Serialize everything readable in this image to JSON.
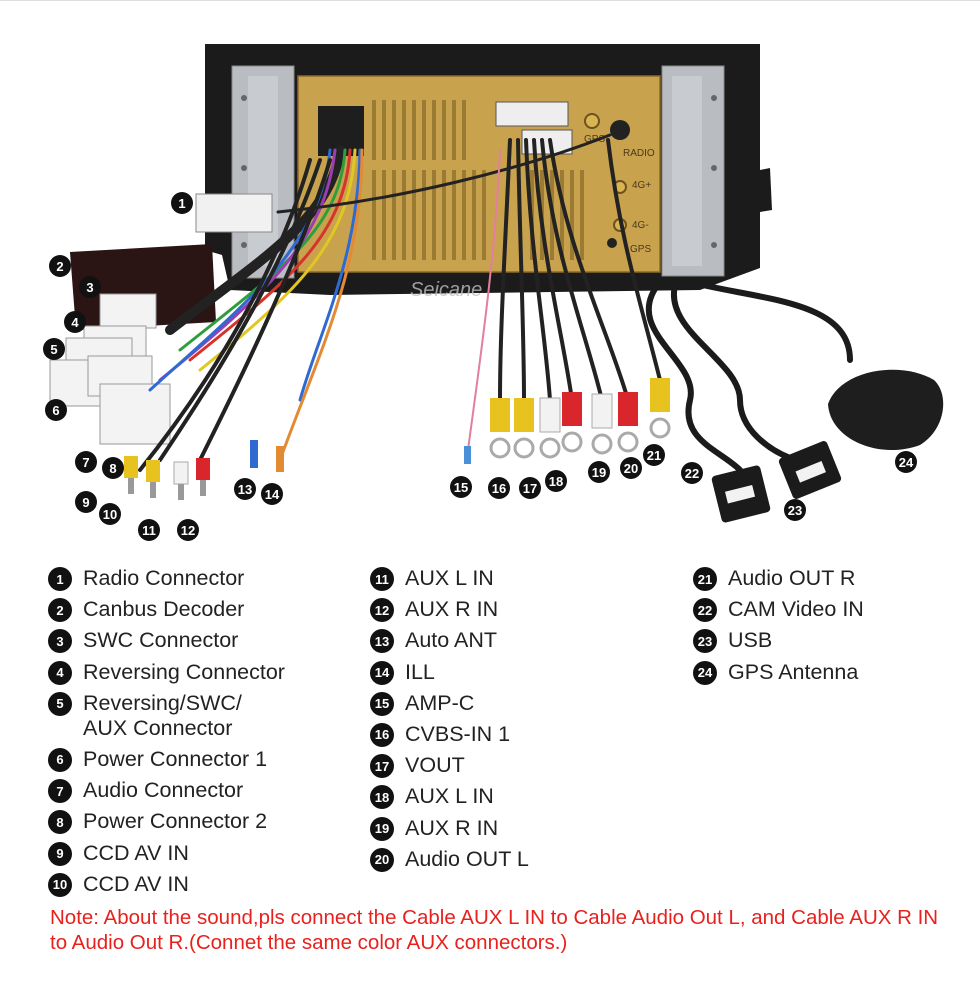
{
  "photo": {
    "watermark": "Seicane",
    "panel_labels": [
      "GPS",
      "RADIO",
      "4G+",
      "4G-",
      "GPS"
    ],
    "callouts": [
      "1",
      "2",
      "3",
      "4",
      "5",
      "6",
      "7",
      "8",
      "9",
      "10",
      "11",
      "12",
      "13",
      "14",
      "15",
      "16",
      "17",
      "18",
      "19",
      "20",
      "21",
      "22",
      "23",
      "24"
    ]
  },
  "legend": {
    "col1": [
      {
        "num": "1",
        "label": "Radio Connector"
      },
      {
        "num": "2",
        "label": "Canbus Decoder"
      },
      {
        "num": "3",
        "label": "SWC Connector"
      },
      {
        "num": "4",
        "label": "Reversing Connector"
      },
      {
        "num": "5",
        "label": "Reversing/SWC/\nAUX Connector"
      },
      {
        "num": "6",
        "label": "Power Connector 1"
      },
      {
        "num": "7",
        "label": "Audio Connector"
      },
      {
        "num": "8",
        "label": "Power Connector 2"
      },
      {
        "num": "9",
        "label": "CCD AV IN"
      },
      {
        "num": "10",
        "label": "CCD AV IN"
      }
    ],
    "col2": [
      {
        "num": "11",
        "label": "AUX L IN"
      },
      {
        "num": "12",
        "label": "AUX R IN"
      },
      {
        "num": "13",
        "label": "Auto ANT"
      },
      {
        "num": "14",
        "label": "ILL"
      },
      {
        "num": "15",
        "label": "AMP-C"
      },
      {
        "num": "16",
        "label": "CVBS-IN 1"
      },
      {
        "num": "17",
        "label": "VOUT"
      },
      {
        "num": "18",
        "label": "AUX L IN"
      },
      {
        "num": "19",
        "label": "AUX R IN"
      },
      {
        "num": "20",
        "label": "Audio OUT L"
      }
    ],
    "col3": [
      {
        "num": "21",
        "label": "Audio OUT R"
      },
      {
        "num": "22",
        "label": "CAM Video IN"
      },
      {
        "num": "23",
        "label": "USB"
      },
      {
        "num": "24",
        "label": "GPS Antenna"
      }
    ]
  },
  "note": "Note: About the sound,pls connect the Cable AUX L IN to Cable Audio Out L, and Cable AUX R IN to  Audio Out R.(Connet the same color AUX connectors.)",
  "colors": {
    "note": "#e8211d",
    "badge": "#111111",
    "panel": "#c9a24e",
    "frame": "#1b1b1b"
  }
}
